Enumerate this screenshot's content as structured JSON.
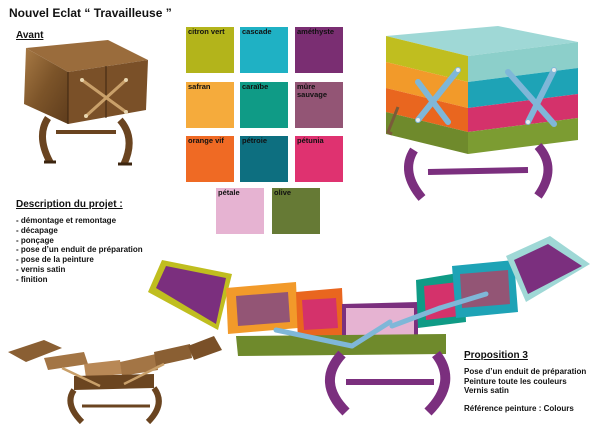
{
  "title": "Nouvel Eclat “ Travailleuse ”",
  "before_label": "Avant",
  "swatches": [
    {
      "name": "citron vert",
      "color": "#b3b41b"
    },
    {
      "name": "cascade",
      "color": "#1fb1c4"
    },
    {
      "name": "améthyste",
      "color": "#7a2e72"
    },
    {
      "name": "safran",
      "color": "#f5ab3c"
    },
    {
      "name": "caraïbe",
      "color": "#0f9b86"
    },
    {
      "name": "mûre sauvage",
      "color": "#935575"
    },
    {
      "name": "orange vif",
      "color": "#ef6a24"
    },
    {
      "name": "pétroie",
      "color": "#0d6f80"
    },
    {
      "name": "pétunia",
      "color": "#df3270"
    },
    {
      "name": "pétale",
      "color": "#e6b3d2"
    },
    {
      "name": "olive",
      "color": "#667a35"
    }
  ],
  "description": {
    "title": "Description du projet :",
    "steps": [
      "- démontage et remontage",
      "- décapage",
      "- ponçage",
      "- pose d’un enduit de préparation",
      "- pose de la peinture",
      "- vernis satin",
      "- finition"
    ]
  },
  "proposal": {
    "title": "Proposition 3",
    "lines": [
      "Pose d’un enduit de préparation",
      "Peinture toute les couleurs",
      "Vernis satin"
    ],
    "reference": "Référence peinture : Colours"
  }
}
